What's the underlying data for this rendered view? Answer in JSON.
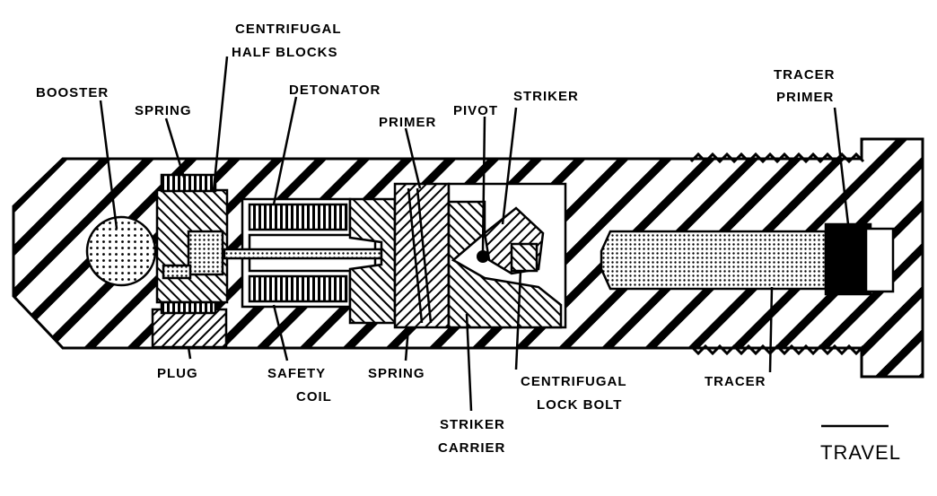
{
  "labels": {
    "centrifugal_half_blocks_1": "CENTRIFUGAL",
    "centrifugal_half_blocks_2": "HALF BLOCKS",
    "booster": "BOOSTER",
    "spring_top": "SPRING",
    "detonator": "DETONATOR",
    "primer": "PRIMER",
    "pivot": "PIVOT",
    "striker": "STRIKER",
    "tracer_primer_1": "TRACER",
    "tracer_primer_2": "PRIMER",
    "plug": "PLUG",
    "safety_coil_1": "SAFETY",
    "safety_coil_2": "COIL",
    "spring_bottom": "SPRING",
    "centrifugal_lock_bolt_1": "CENTRIFUGAL",
    "centrifugal_lock_bolt_2": "LOCK BOLT",
    "tracer": "TRACER",
    "striker_carrier_1": "STRIKER",
    "striker_carrier_2": "CARRIER",
    "travel": "TRAVEL"
  }
}
